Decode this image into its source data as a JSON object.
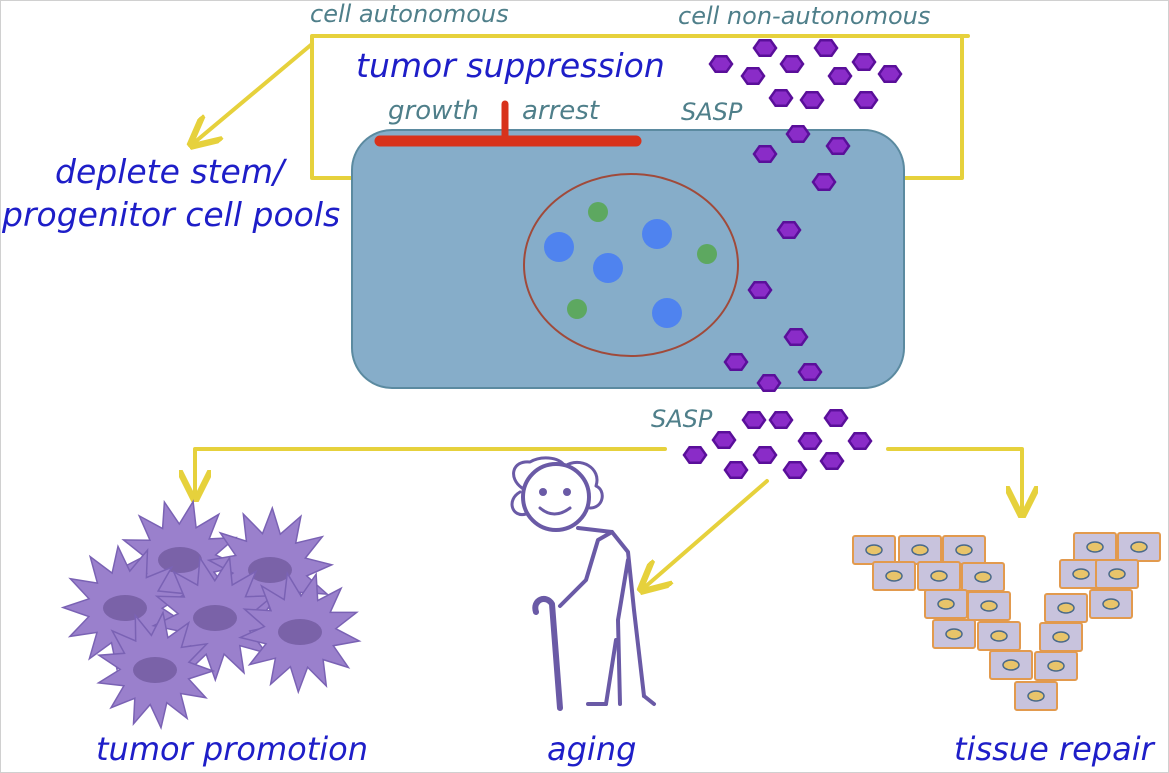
{
  "labels": {
    "cell_autonomous": "cell autonomous",
    "cell_non_autonomous": "cell non-autonomous",
    "tumor_suppression": "tumor suppression",
    "growth": "growth",
    "arrest": "arrest",
    "sasp_top": "SASP",
    "sasp_bottom": "SASP",
    "deplete_line1": "deplete stem/",
    "deplete_line2": "progenitor cell pools",
    "tumor_promotion": "tumor promotion",
    "aging": "aging",
    "tissue_repair": "tissue repair"
  },
  "colors": {
    "arrow": "#e6d13c",
    "cell_fill": "#86adc9",
    "cell_stroke": "#5b8aa0",
    "nucleus_stroke": "#a04a3a",
    "inhibition_bar": "#d8321b",
    "sasp_fill": "#8a2cc8",
    "sasp_stroke": "#5a0f9a",
    "blue_dot": "#4f83ef",
    "green_dot": "#5da860",
    "tumor_cell": "#9a80cc",
    "tissue_cell": "#c8c3dd",
    "tissue_border": "#e29a4e",
    "tissue_nucleus": "#e8c46a",
    "figure_stroke": "#6a5aa6",
    "teal_text": "#4f7f8a",
    "navy_text": "#1e1ec8"
  }
}
